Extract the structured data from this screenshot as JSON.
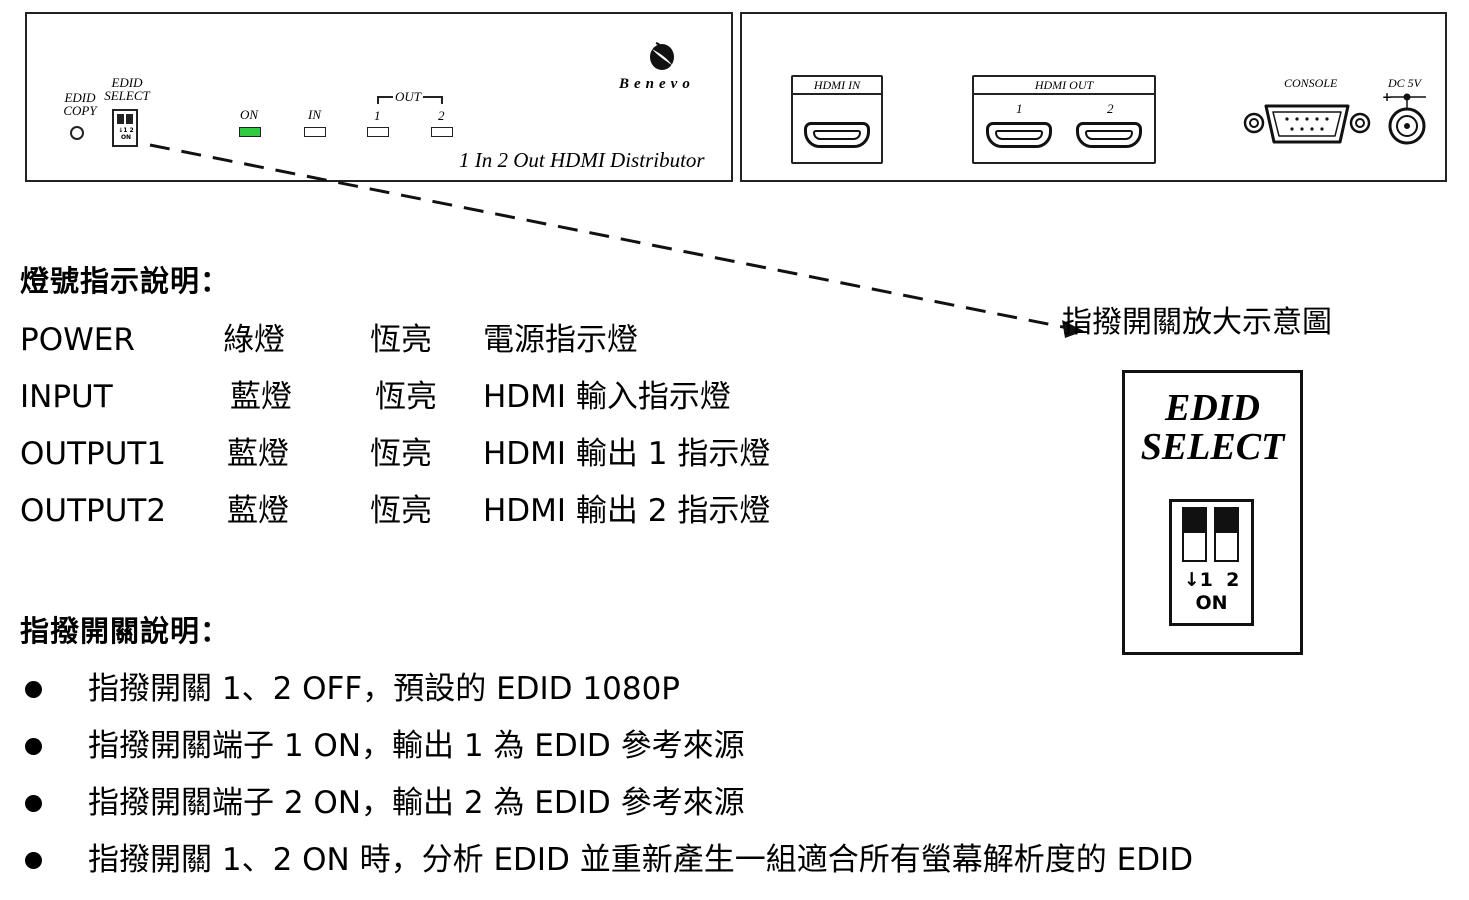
{
  "front_panel": {
    "edid_copy_label": "EDID COPY",
    "edid_select_label": "EDID SELECT",
    "dip_small_label": "↓1 2 ON",
    "led_on": "ON",
    "led_in": "IN",
    "out_bracket": "OUT",
    "out_1": "1",
    "out_2": "2",
    "brand": "Benevo",
    "model": "1 In 2 Out HDMI Distributor",
    "on_led_color": "#2ecc40"
  },
  "rear_panel": {
    "hdmi_in": "HDMI IN",
    "hdmi_out": "HDMI OUT",
    "out_1": "1",
    "out_2": "2",
    "console": "CONSOLE",
    "dc": "DC 5V"
  },
  "led_section": {
    "title": "燈號指示說明：",
    "rows": [
      {
        "name": "POWER",
        "color": "綠燈",
        "state": "恆亮",
        "desc": "電源指示燈"
      },
      {
        "name": "INPUT",
        "color": "藍燈",
        "state": "恆亮",
        "desc": "HDMI  輸入指示燈"
      },
      {
        "name": "OUTPUT1",
        "color": "藍燈",
        "state": "恆亮",
        "desc": "HDMI  輸出  1  指示燈"
      },
      {
        "name": "OUTPUT2",
        "color": "藍燈",
        "state": "恆亮",
        "desc": "HDMI  輸出  2  指示燈"
      }
    ]
  },
  "dip_section": {
    "title": "指撥開關說明：",
    "items": [
      "指撥開關  1、2 OFF，預設的  EDID 1080P",
      "指撥開關端子 1 ON，輸出  1  為    EDID  參考來源",
      "指撥開關端子 2 ON，輸出  2  為    EDID 參考來源",
      "指撥開關  1、2 ON 時，分析  EDID  並重新產生一組適合所有螢幕解析度的 EDID"
    ]
  },
  "zoom": {
    "caption": "指撥開關放大示意圖",
    "line1": "EDID",
    "line2": "SELECT",
    "switch_label_top": "↓1  2",
    "switch_label_bottom": "ON"
  }
}
